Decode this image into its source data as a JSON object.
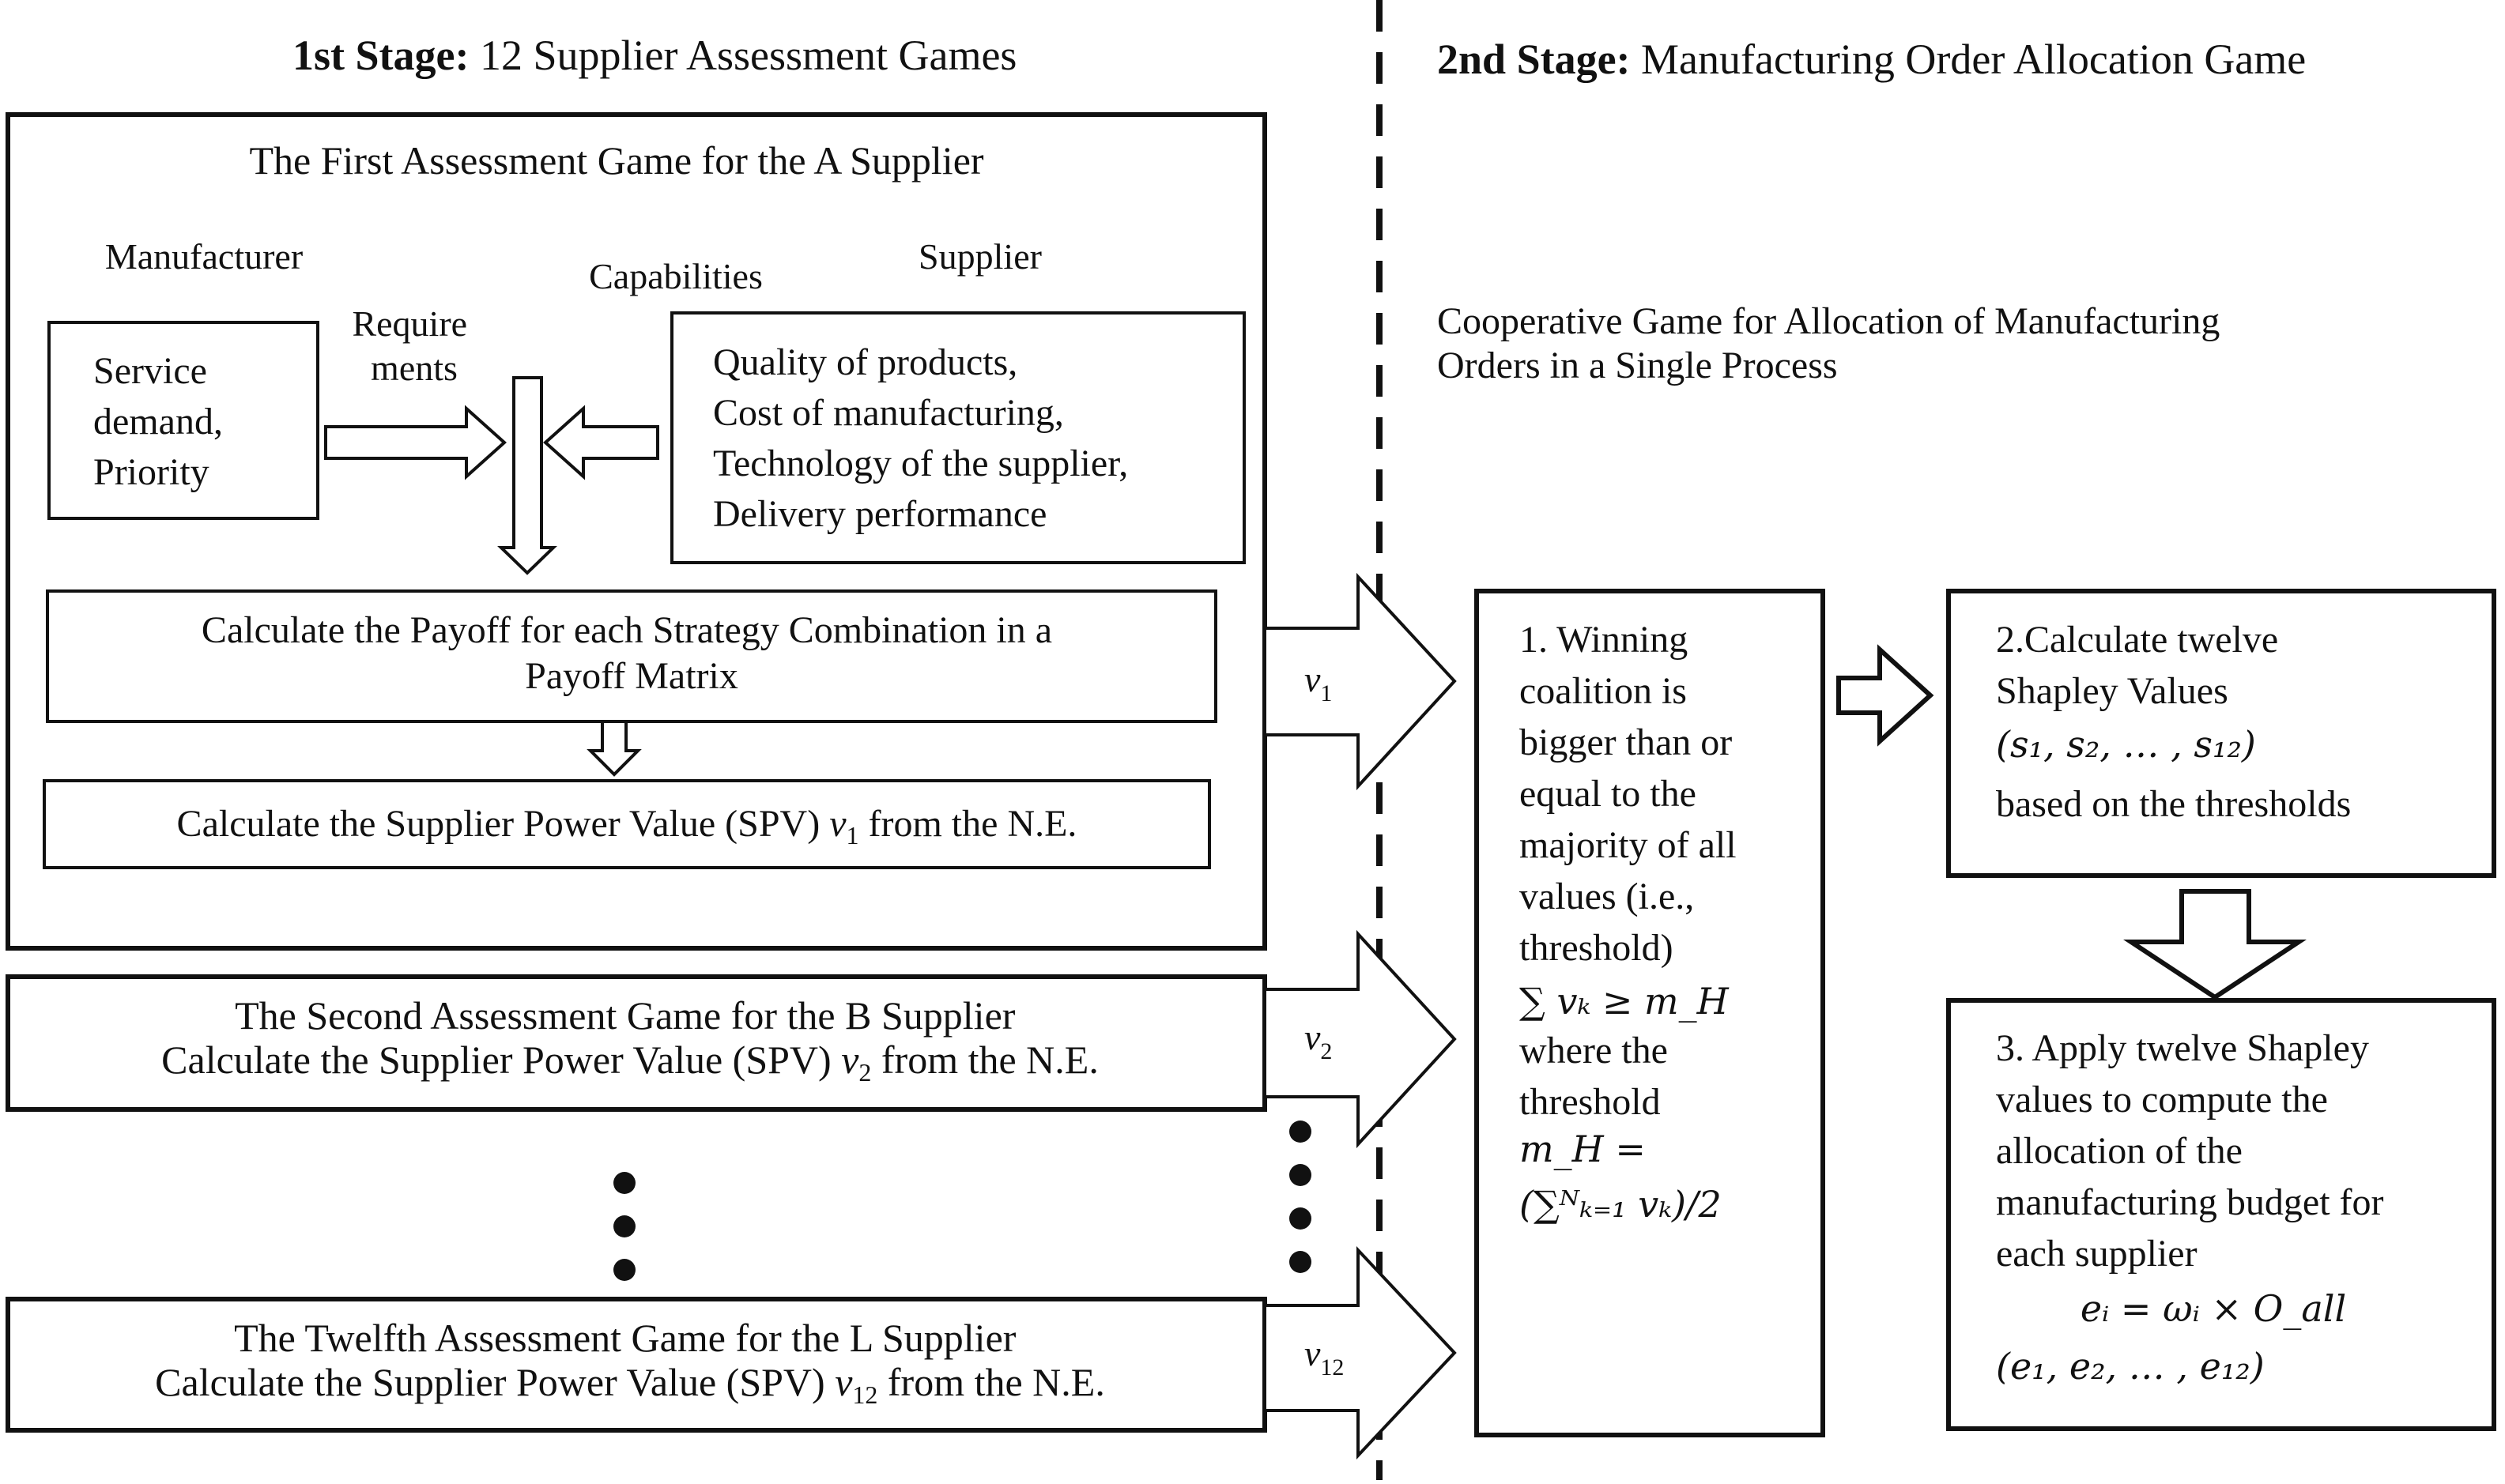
{
  "stage1": {
    "header_bold": "1st Stage:",
    "header_rest": " 12 Supplier Assessment Games",
    "game1": {
      "title": "The First Assessment Game for the A Supplier",
      "manufacturer_label": "Manufacturer",
      "supplier_label": "Supplier",
      "requirements_label": [
        "Require",
        "ments"
      ],
      "capabilities_label": "Capabilities",
      "manufacturer_box": [
        "Service",
        "demand,",
        "Priority"
      ],
      "supplier_box": [
        "Quality of products,",
        "Cost of manufacturing,",
        "Technology of the supplier,",
        "Delivery performance"
      ],
      "payoff_box": [
        "Calculate the Payoff for each Strategy Combination in a",
        "Payoff Matrix"
      ],
      "spv_text": "Calculate the Supplier Power Value (SPV) ",
      "spv_var": "v",
      "spv_sub": "1",
      "spv_tail": " from the N.E."
    },
    "game2": {
      "line1": "The Second Assessment Game for the B Supplier",
      "line2_text": "Calculate the Supplier Power Value (SPV) ",
      "line2_var": "v",
      "line2_sub": "2",
      "line2_tail": " from the N.E."
    },
    "game12": {
      "line1": "The Twelfth Assessment Game for the L Supplier",
      "line2_text": "Calculate the Supplier Power Value (SPV) ",
      "line2_var": "v",
      "line2_sub": "12",
      "line2_tail": " from the N.E."
    }
  },
  "arrows": [
    {
      "var": "v",
      "sub": "1"
    },
    {
      "var": "v",
      "sub": "2"
    },
    {
      "var": "v",
      "sub": "12"
    }
  ],
  "stage2": {
    "header_bold": "2nd Stage:",
    "header_rest": " Manufacturing Order Allocation Game",
    "description": [
      "Cooperative Game for Allocation of Manufacturing",
      "Orders in a Single Process"
    ],
    "step1": {
      "lines": [
        "1. Winning",
        "coalition is",
        "bigger than or",
        "equal to the",
        "majority of all",
        "values (i.e.,",
        "threshold)"
      ],
      "formula1": "∑ vₖ ≥ m_H",
      "lines2": [
        "where the",
        "threshold"
      ],
      "formula2a": "m_H =",
      "formula2b": "(∑ᴺₖ₌₁ vₖ)/2"
    },
    "step2": {
      "lines": [
        "2.Calculate twelve",
        "Shapley Values"
      ],
      "formula": "(s₁, s₂, … , s₁₂)",
      "tail": "based on the thresholds"
    },
    "step3": {
      "lines": [
        "3. Apply twelve Shapley",
        "values to compute the",
        "allocation of the",
        "manufacturing budget for",
        "each supplier"
      ],
      "formula1": "eᵢ = ωᵢ × O_all",
      "formula2": "(e₁, e₂, … , e₁₂)"
    }
  }
}
